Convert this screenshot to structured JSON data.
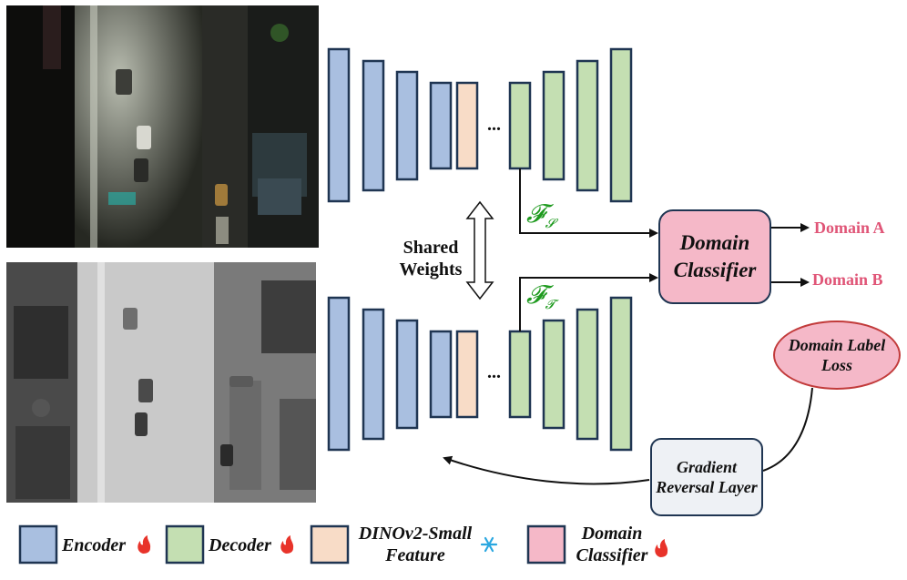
{
  "labels": {
    "shared_weights": "Shared Weights",
    "domain_a": "Domain A",
    "domain_b": "Domain B",
    "fs_main": "𝓕",
    "fs_sub": "𝓢",
    "ft_main": "𝓕",
    "ft_sub": "𝓣",
    "domain_classifier": "Domain Classifier",
    "domain_label_loss": "Domain Label Loss",
    "gradient_reversal_layer": "Gradient Reversal Layer",
    "ellipsis": "..."
  },
  "legend": [
    {
      "label": "Encoder",
      "icon": "fire-icon"
    },
    {
      "label": "Decoder",
      "icon": "fire-icon"
    },
    {
      "label": "DINOv2-Small Feature",
      "icon": "snowflake-icon"
    },
    {
      "label": "Domain Classifier",
      "icon": "fire-icon"
    }
  ],
  "colors": {
    "encoder": "#a9bfe0",
    "decoder": "#c4dfb2",
    "dino": "#f8dcc7",
    "classifier": "#f5b8c8",
    "border": "#1f3552",
    "feature_text": "#1e9a1e",
    "domain_text": "#e05577",
    "fire": "#e8332a",
    "snow": "#2aa7e0"
  }
}
